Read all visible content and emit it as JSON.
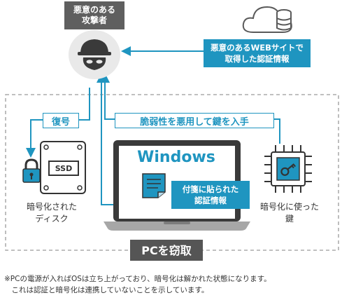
{
  "attacker": {
    "label": "悪意のある\n攻撃者"
  },
  "web": {
    "label": "悪意のあるWEBサイトで\n取得した認証情報"
  },
  "actions": {
    "decrypt": "復号",
    "exploit": "脆弱性を悪用して鍵を入手"
  },
  "laptop": {
    "screen_text": "Windows"
  },
  "sticky": {
    "label": "付箋に貼られた\n認証情報"
  },
  "disk": {
    "chip": "SSD",
    "caption": "暗号化された\nディスク"
  },
  "key": {
    "caption": "暗号化に使った\n鍵"
  },
  "banner": {
    "label": "PCを窃取"
  },
  "footnote": "※PCの電源が入ればOSは立ち上がっており、暗号化は解かれた状態になります。\n　これは認証と暗号化は連携していないことを示しています。",
  "colors": {
    "accent": "#1f95c0",
    "dark": "#5f5f5f",
    "icon_dark": "#3a3a3a"
  }
}
